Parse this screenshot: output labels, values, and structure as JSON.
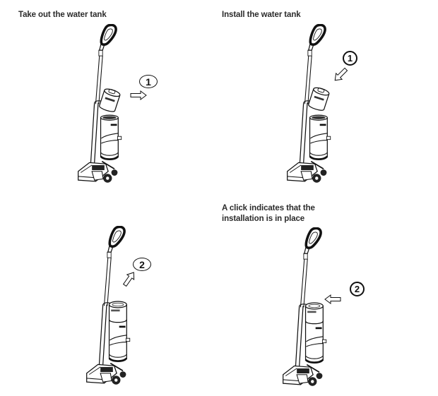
{
  "panels": [
    {
      "id": "take-out",
      "caption": "Take out the water tank",
      "step_number": "1",
      "arrow_direction": "right",
      "tank_state": "removed"
    },
    {
      "id": "install",
      "caption": "Install the water tank",
      "step_number": "1",
      "arrow_direction": "down-left",
      "tank_state": "tilted-above"
    },
    {
      "id": "push-up",
      "caption": "",
      "step_number": "2",
      "arrow_direction": "up-right",
      "tank_state": "installed"
    },
    {
      "id": "click-in-place",
      "caption_line1": "A click indicates that the",
      "caption_line2": "installation is in place",
      "step_number": "2",
      "arrow_direction": "left",
      "tank_state": "installed"
    }
  ],
  "colors": {
    "line": "#111111",
    "text": "#2b2b2b",
    "background": "#ffffff"
  }
}
